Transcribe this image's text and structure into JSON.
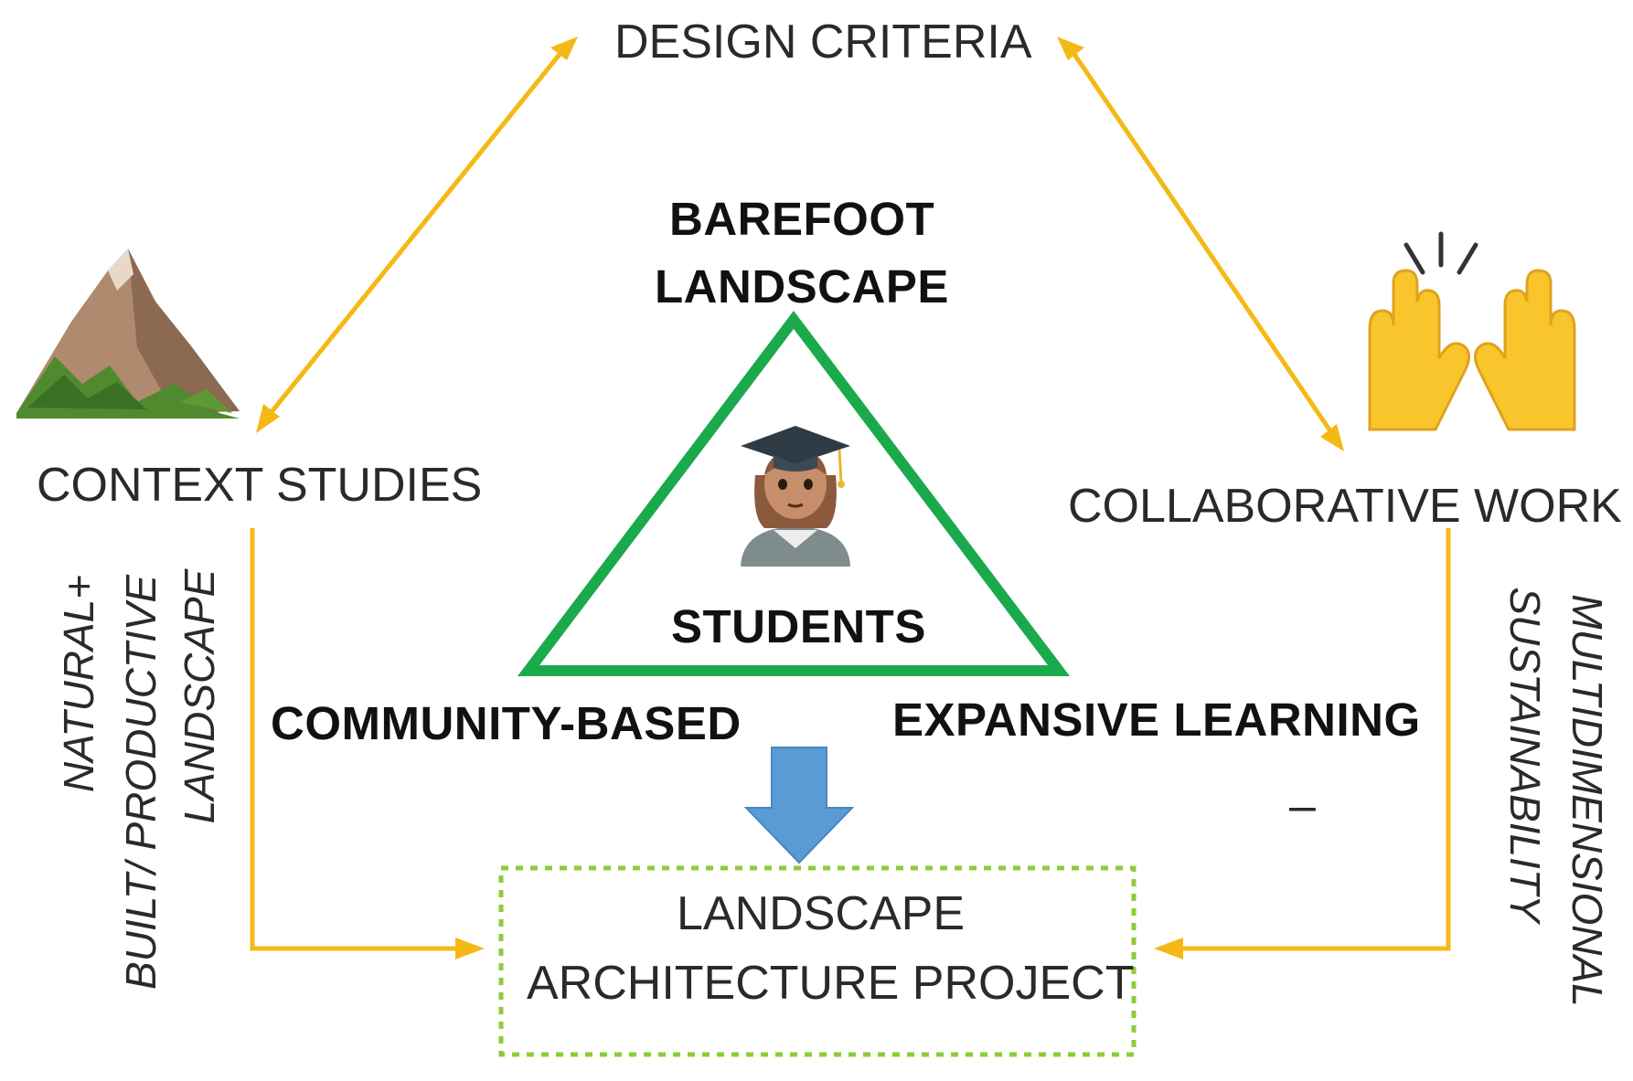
{
  "colors": {
    "arrow": "#F4B915",
    "triangle": "#1BAA4B",
    "down_arrow": "#5B9BD5",
    "dashed_box": "#8FCB3B"
  },
  "labels": {
    "design_criteria": "DESIGN CRITERIA",
    "context_studies": "CONTEXT STUDIES",
    "collaborative_work": "COLLABORATIVE WORK",
    "barefoot_line1": "BAREFOOT",
    "barefoot_line2": "LANDSCAPE",
    "students": "STUDENTS",
    "community_based": "COMMUNITY-BASED",
    "expansive_learning": "EXPANSIVE LEARNING",
    "project_line1": "LANDSCAPE",
    "project_line2": "ARCHITECTURE PROJECT",
    "dash": "–"
  },
  "side_labels": {
    "left_line1": "NATURAL+",
    "left_line2": "BUILT/ PRODUCTIVE",
    "left_line3": "LANDSCAPE",
    "right_line1": "MULTIDIMENSIONAL",
    "right_line2": "SUSTAINABILITY"
  },
  "icons": {
    "context": "mountain-icon",
    "collaboration": "raising-hands-icon",
    "students": "student-graduate-icon"
  }
}
